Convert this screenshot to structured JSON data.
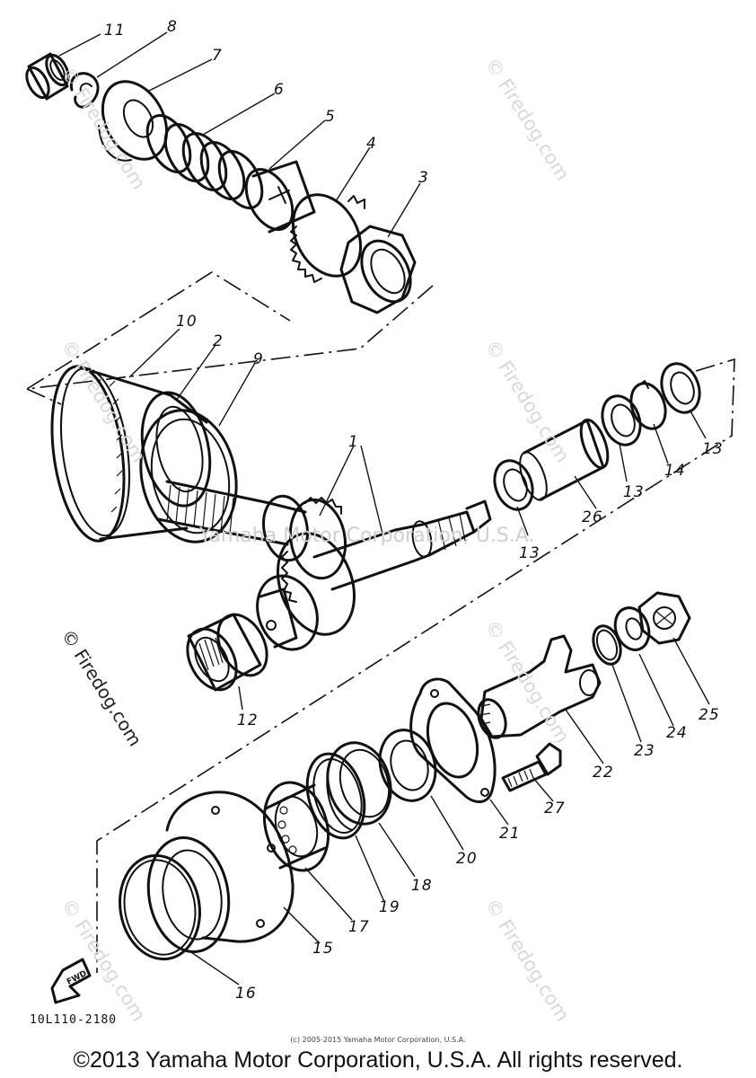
{
  "parts": [
    {
      "no": "1"
    },
    {
      "no": "2"
    },
    {
      "no": "3"
    },
    {
      "no": "4"
    },
    {
      "no": "5"
    },
    {
      "no": "6"
    },
    {
      "no": "7"
    },
    {
      "no": "8"
    },
    {
      "no": "9"
    },
    {
      "no": "10"
    },
    {
      "no": "11"
    },
    {
      "no": "12"
    },
    {
      "no": "13"
    },
    {
      "no": "14"
    },
    {
      "no": "15"
    },
    {
      "no": "16"
    },
    {
      "no": "17"
    },
    {
      "no": "18"
    },
    {
      "no": "19"
    },
    {
      "no": "20"
    },
    {
      "no": "21"
    },
    {
      "no": "22"
    },
    {
      "no": "23"
    },
    {
      "no": "24"
    },
    {
      "no": "25"
    },
    {
      "no": "26"
    },
    {
      "no": "27"
    }
  ],
  "diagram_code": "10L110-2180",
  "fwd_label": "FWD",
  "watermark": "© Firedog.com",
  "center_watermark": "Yamaha Motor Corporation, U.S.A.",
  "small_copyright": "(c) 2005-2015 Yamaha Motor Corporation, U.S.A.",
  "copyright": "©2013 Yamaha Motor Corporation, U.S.A. All rights reserved."
}
